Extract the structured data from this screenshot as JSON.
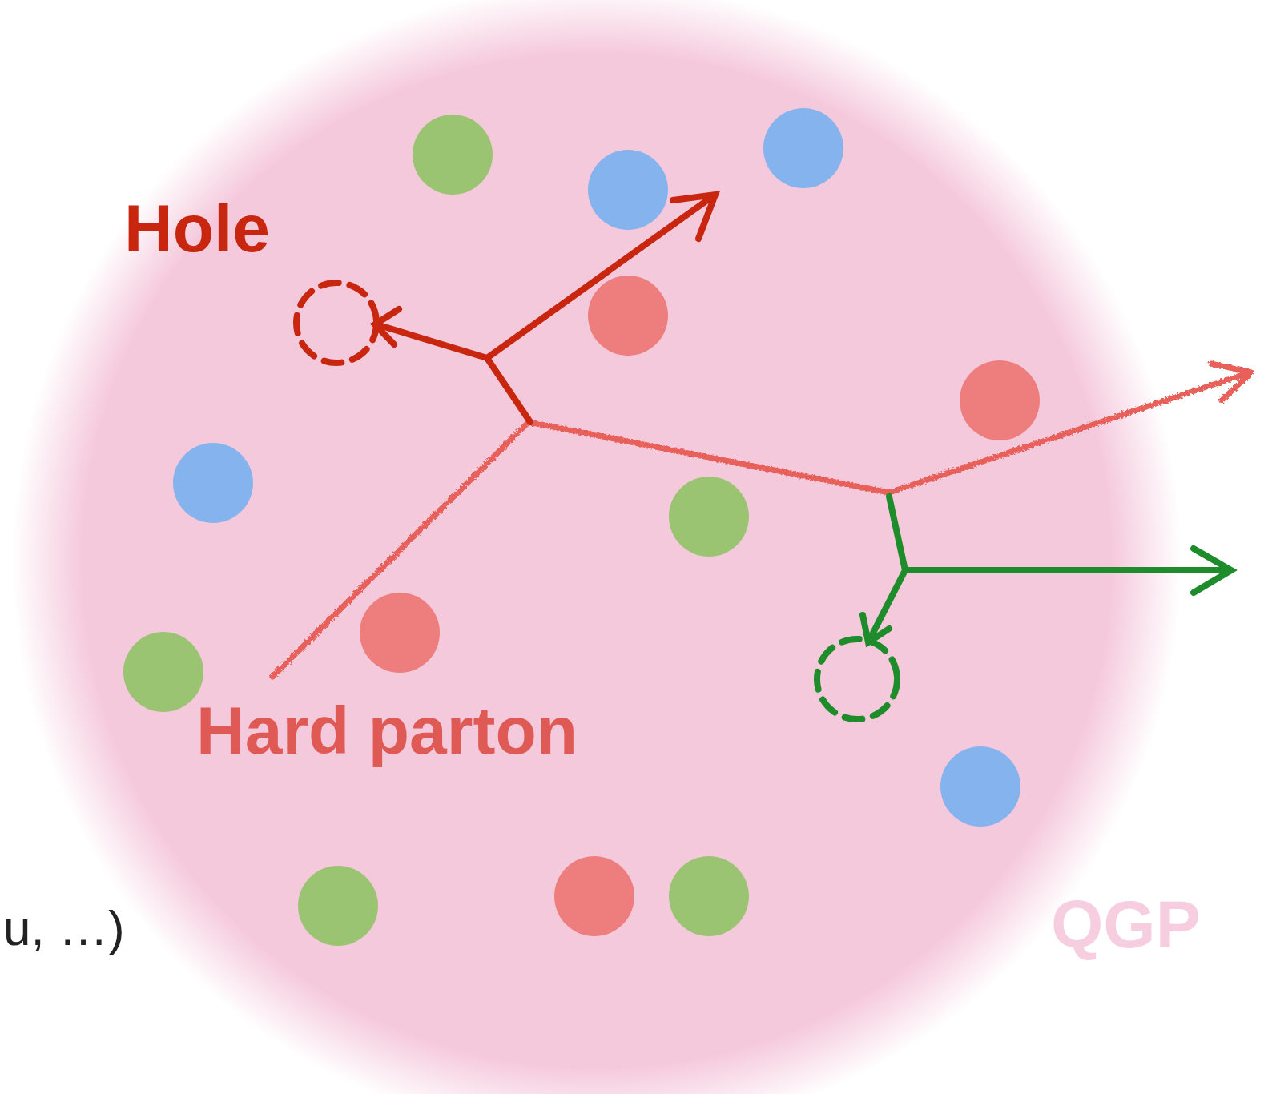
{
  "diagram": {
    "labels": [
      "Hole",
      "Hard parton",
      "QGP",
      "u, …)"
    ]
  }
}
